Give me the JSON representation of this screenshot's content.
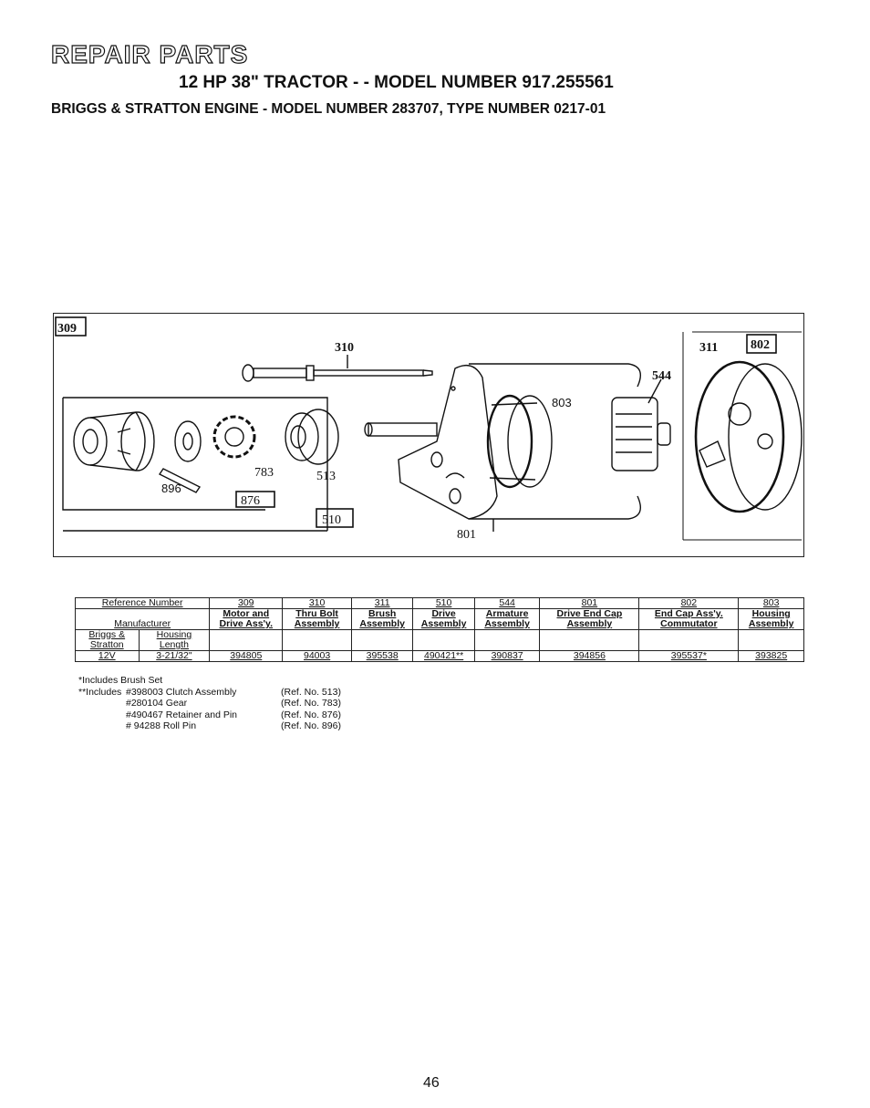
{
  "header": {
    "title": "REPAIR PARTS",
    "subtitle": "12 HP 38\" TRACTOR - - MODEL NUMBER 917.255561",
    "engine_line": "BRIGGS & STRATTON ENGINE - MODEL NUMBER 283707, TYPE NUMBER 0217-01"
  },
  "diagram": {
    "labels": {
      "assembly": "309",
      "thru_bolt": "310",
      "brush": "311",
      "commutator": "802",
      "armature": "544",
      "housing": "803",
      "drive_end_cap": "801",
      "drive": "510",
      "retainer": "876",
      "gear": "783",
      "clutch": "513",
      "roll_pin": "896"
    }
  },
  "table": {
    "ref_header": "Reference Number",
    "mfr_header": "Manufacturer",
    "briggs": "Briggs & Stratton",
    "housing_length_header": "Housing Length",
    "volt": "12V",
    "length": "3-21/32\"",
    "columns": [
      {
        "ref": "309",
        "desc": "Motor and Drive Ass'y.",
        "part": "394805"
      },
      {
        "ref": "310",
        "desc": "Thru Bolt Assembly",
        "part": "94003"
      },
      {
        "ref": "311",
        "desc": "Brush Assembly",
        "part": "395538"
      },
      {
        "ref": "510",
        "desc": "Drive Assembly",
        "part": "490421**"
      },
      {
        "ref": "544",
        "desc": "Armature Assembly",
        "part": "390837"
      },
      {
        "ref": "801",
        "desc": "Drive End Cap Assembly",
        "part": "394856"
      },
      {
        "ref": "802",
        "desc": "End Cap Ass'y. Commutator",
        "part": "395537*"
      },
      {
        "ref": "803",
        "desc": "Housing Assembly",
        "part": "393825"
      }
    ]
  },
  "notes": {
    "brush_note": "*Includes Brush Set",
    "includes_label": "**Includes",
    "items": [
      {
        "part": "#398003 Clutch Assembly",
        "ref": "(Ref. No. 513)"
      },
      {
        "part": "#280104 Gear",
        "ref": "(Ref. No. 783)"
      },
      {
        "part": "#490467 Retainer and Pin",
        "ref": "(Ref. No. 876)"
      },
      {
        "part": "# 94288 Roll Pin",
        "ref": "(Ref. No. 896)"
      }
    ]
  },
  "page_number": "46"
}
